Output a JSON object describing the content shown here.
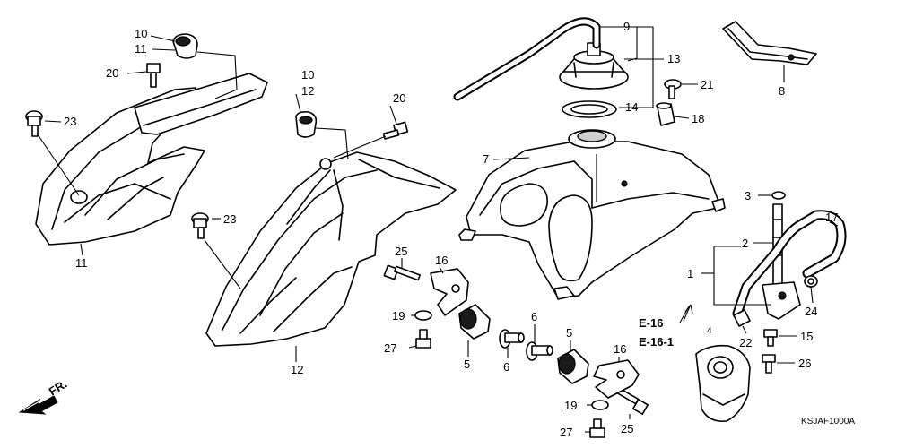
{
  "callouts": {
    "c10a": "10",
    "c11a": "11",
    "c20a": "20",
    "c23a": "23",
    "c11b": "11",
    "c10b": "10",
    "c12a": "12",
    "c20b": "20",
    "c23b": "23",
    "c12b": "12",
    "c9": "9",
    "c13": "13",
    "c14": "14",
    "c7": "7",
    "c21": "21",
    "c18": "18",
    "c8": "8",
    "c3": "3",
    "c17": "17",
    "c2": "2",
    "c1": "1",
    "c24": "24",
    "c22": "22",
    "c15": "15",
    "c26": "26",
    "c25a": "25",
    "c16a": "16",
    "c19a": "19",
    "c27a": "27",
    "c5a": "5",
    "c6a": "6",
    "c6b": "6",
    "c5b": "5",
    "c16b": "16",
    "c19b": "19",
    "c27b": "27",
    "c25b": "25"
  },
  "references": {
    "e16": "E-16",
    "e161": "E-16-1"
  },
  "marker_letter": "4",
  "front_arrow_label": "FR.",
  "diagram_code": "KSJAF1000A"
}
